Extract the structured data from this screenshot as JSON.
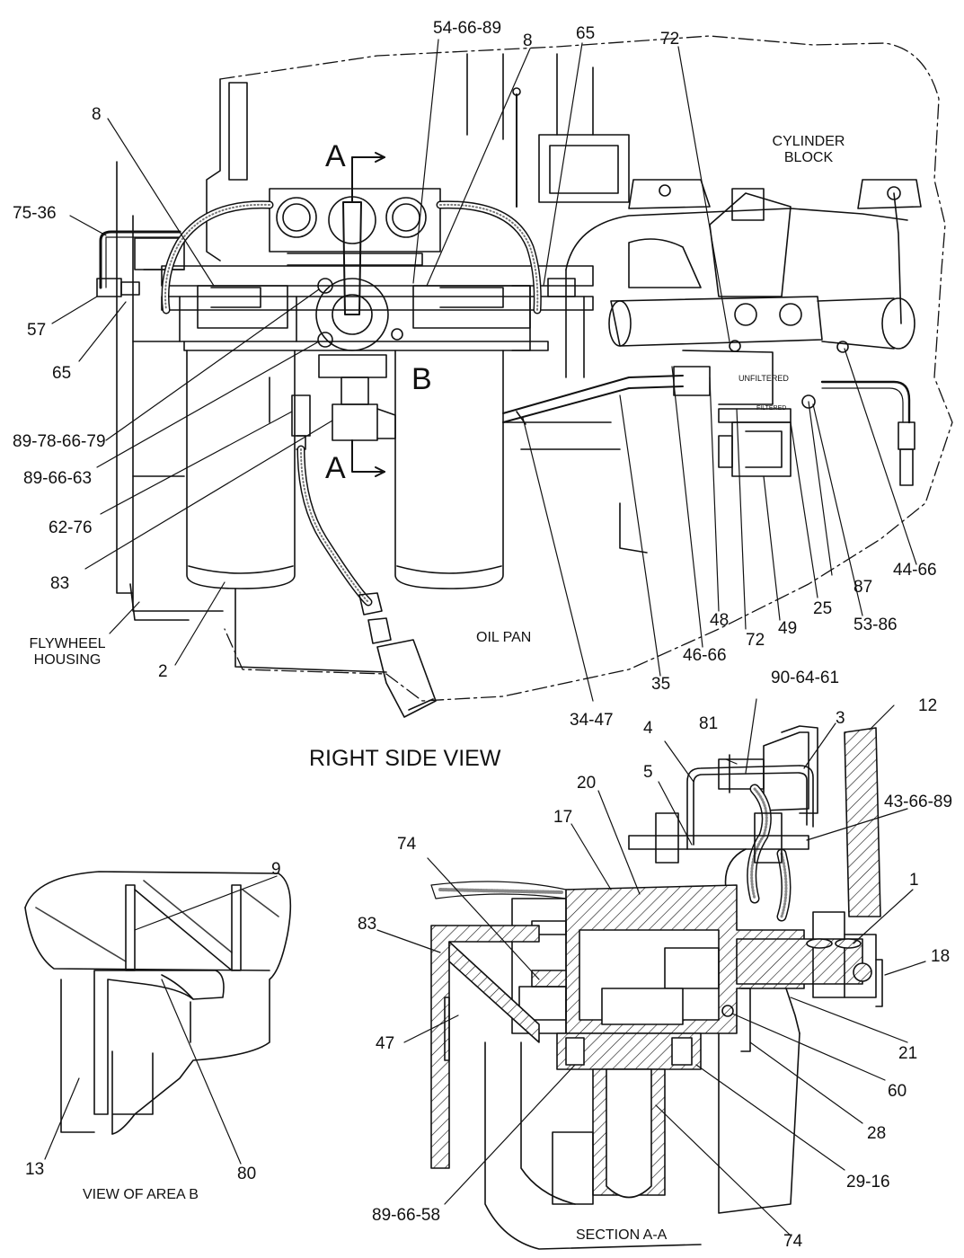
{
  "titles": {
    "right_side_view": "RIGHT SIDE VIEW",
    "view_area_b": "VIEW OF AREA B",
    "section_aa": "SECTION A-A"
  },
  "areas": {
    "cylinder_block": "CYLINDER\nBLOCK",
    "oil_pan": "OIL PAN",
    "flywheel_housing": "FLYWHEEL\nHOUSING"
  },
  "section_marks": {
    "a_top": "A",
    "a_bottom": "A",
    "b": "B"
  },
  "stencils": {
    "unfiltered": "UNFILTERED",
    "filtered": "FILTERED"
  },
  "callouts": {
    "c54_66_89": "54-66-89",
    "c8_top": "8",
    "c65_top": "65",
    "c72_top": "72",
    "c8_left": "8",
    "c75_36": "75-36",
    "c57": "57",
    "c65_left": "65",
    "c89_78_66_79": "89-78-66-79",
    "c89_66_63": "89-66-63",
    "c62_76": "62-76",
    "c83_top": "83",
    "c2": "2",
    "c34_47": "34-47",
    "c35": "35",
    "c46_66": "46-66",
    "c48": "48",
    "c72_bottom": "72",
    "c49": "49",
    "c25": "25",
    "c53_86": "53-86",
    "c87": "87",
    "c44_66": "44-66",
    "c90_64_61": "90-64-61",
    "c3": "3",
    "c12": "12",
    "c81": "81",
    "c4": "4",
    "c5": "5",
    "c20": "20",
    "c17": "17",
    "c43_66_89": "43-66-89",
    "c74_top": "74",
    "c9": "9",
    "c83_sec": "83",
    "c1": "1",
    "c18": "18",
    "c47": "47",
    "c21": "21",
    "c60": "60",
    "c28": "28",
    "c29_16": "29-16",
    "c13": "13",
    "c80": "80",
    "c89_66_58": "89-66-58",
    "c74_bottom": "74"
  }
}
